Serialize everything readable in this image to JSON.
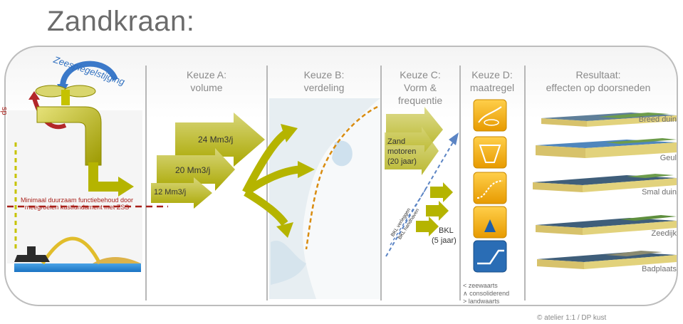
{
  "title": "Zandkraan:",
  "tap": {
    "sea_level_label": "Zeespiegelstijging",
    "dial_label": "sp",
    "min_line_text": "Minimaal duurzaam functiebehoud door meegroeien kustfundament met ZSS"
  },
  "columns": {
    "a": {
      "line1": "Keuze A:",
      "line2": "volume"
    },
    "b": {
      "line1": "Keuze B:",
      "line2": "verdeling"
    },
    "c": {
      "line1": "Keuze C:",
      "line2": "Vorm &",
      "line3": "frequentie"
    },
    "d": {
      "line1": "Keuze D:",
      "line2": "maatregel"
    },
    "result": {
      "line1": "Resultaat:",
      "line2": "effecten op doorsneden"
    }
  },
  "volumes": [
    "24 Mm3/j",
    "20 Mm3/j",
    "12 Mm3/j"
  ],
  "zand_motoren": "Zand motoren (20 jaar)",
  "bkl": {
    "label": "BKL",
    "period": "(5 jaar)",
    "diag1": "BKL verleggen",
    "diag2": "BKL handhaven"
  },
  "legend": [
    "< zeewaarts",
    "∧ consoliderend",
    "> landwaarts"
  ],
  "results": [
    "Breed duin",
    "Geul",
    "Smal duin",
    "Zeedijk",
    "Badplaats"
  ],
  "copyright": "© atelier 1:1 / DP kust",
  "colors": {
    "arrow": "#b5b400",
    "arrow_dark": "#8f8f00",
    "measure": "#f2a800",
    "measure_blue": "#1e5fa8",
    "dashed_red": "#a8201a",
    "dashed_yellow": "#c7c400"
  }
}
